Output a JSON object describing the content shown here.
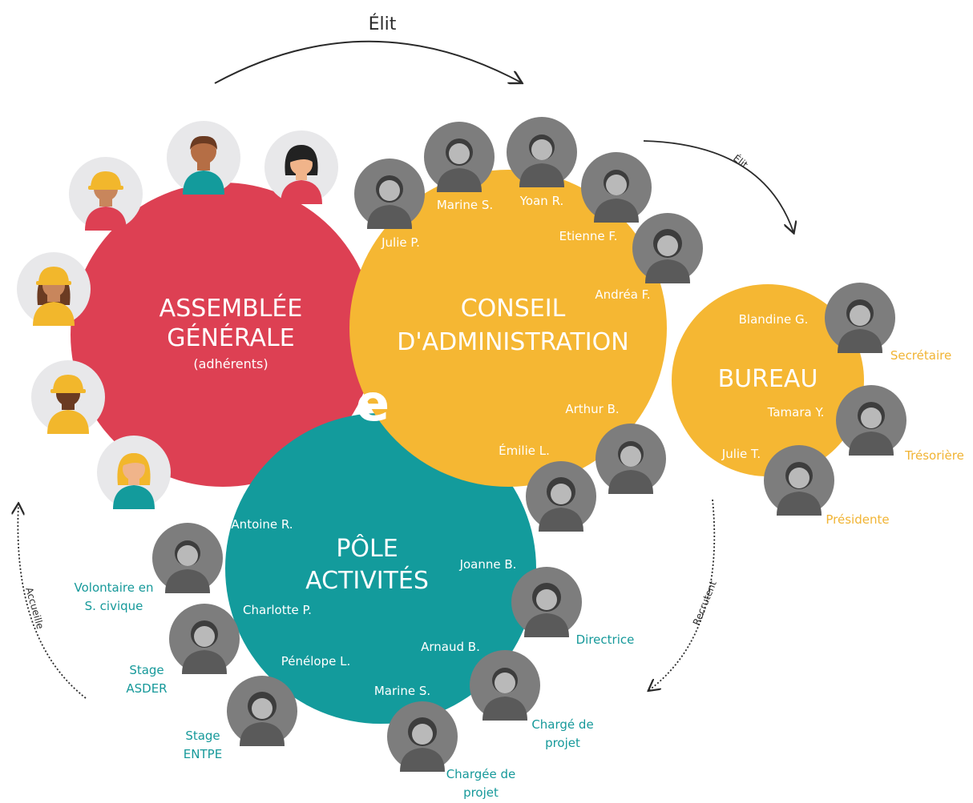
{
  "colors": {
    "assembly": "#dd4053",
    "council": "#f5b733",
    "bureau": "#f5b733",
    "pole": "#139b9c",
    "role_yellow": "#f1b434",
    "role_teal": "#16999a"
  },
  "arrows": {
    "top": "Élit",
    "right": "Élit",
    "recruit": "Recrutent",
    "welcome": "Accueille"
  },
  "assembly": {
    "line1": "ASSEMBLÉE",
    "line2": "GÉNÉRALE",
    "line3": "(adhérents)"
  },
  "council": {
    "line1": "CONSEIL",
    "line2": "D'ADMINISTRATION",
    "members": [
      "Julie P.",
      "Marine S.",
      "Yoan R.",
      "Etienne F.",
      "Andréa F.",
      "Arthur B.",
      "Émilie L."
    ]
  },
  "bureau": {
    "title": "BUREAU",
    "members": [
      "Blandine G.",
      "Tamara Y.",
      "Julie T."
    ],
    "roles": [
      "Secrétaire",
      "Trésorière",
      "Présidente"
    ]
  },
  "pole": {
    "line1": "PÔLE",
    "line2": "ACTIVITÉS",
    "members": [
      "Antoine R.",
      "Charlotte P.",
      "Pénélope L.",
      "Joanne B.",
      "Arnaud B.",
      "Marine S."
    ],
    "roles": {
      "antoine_l1": "Volontaire en",
      "antoine_l2": "S. civique",
      "charlotte_l1": "Stage",
      "charlotte_l2": "ASDER",
      "penelope_l1": "Stage",
      "penelope_l2": "ENTPE",
      "joanne": "Directrice",
      "arnaud_l1": "Chargé de",
      "arnaud_l2": "projet",
      "marine_l1": "Chargée de",
      "marine_l2": "projet"
    }
  },
  "logo_letter": "e"
}
